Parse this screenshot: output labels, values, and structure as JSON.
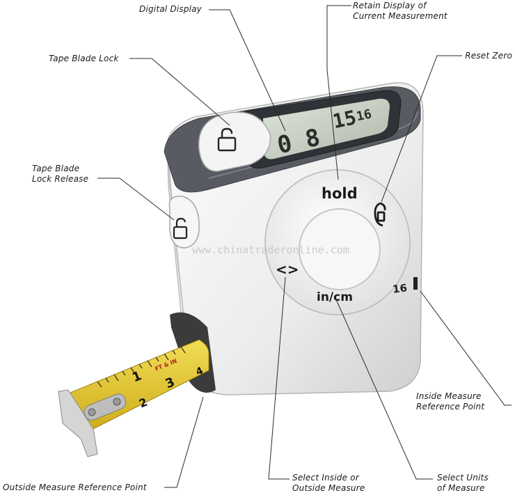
{
  "callouts": {
    "digital_display": "Digital Display",
    "retain_display": "Retain Display of\nCurrent Measurement",
    "tape_blade_lock": "Tape Blade Lock",
    "reset_zero": "Reset Zero",
    "lock_release": "Tape Blade\nLock Release",
    "inside_ref": "Inside Measure\nReference Point",
    "outside_ref": "Outside Measure Reference Point",
    "select_inside_outside": "Select Inside or\nOutside Measure",
    "select_units": "Select Units\nof Measure"
  },
  "device": {
    "lcd_digits": "0 8",
    "lcd_fraction": "15",
    "lcd_fraction_den": "16",
    "hold_label": "hold",
    "units_label": "in/cm",
    "inside_outside_glyph": "<>",
    "model_number": "16",
    "tape_marks": [
      "1",
      "2",
      "3",
      "4"
    ],
    "tape_brand": "FT & IN"
  },
  "watermark": "www.chinatraderonline.com",
  "colors": {
    "body": "#ebebeb",
    "gasket": "#585c62",
    "lcd": "#c7cfc4",
    "tape": "#e8cf3a",
    "ink": "#1a1a1a"
  }
}
